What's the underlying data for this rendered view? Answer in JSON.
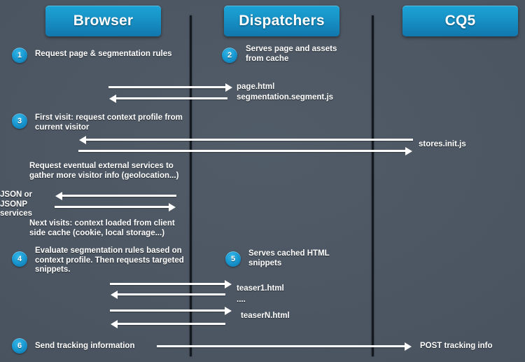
{
  "diagram": {
    "title": "Browser / Dispatchers / CQ5 segmentation sequence diagram",
    "background_color": "#4d5763",
    "accent_color": "#1894c8",
    "arrow_color": "#ffffff",
    "lifeline_color": "#14191f"
  },
  "actors": [
    {
      "id": "browser",
      "label": "Browser"
    },
    {
      "id": "dispatchers",
      "label": "Dispatchers"
    },
    {
      "id": "cq5",
      "label": "CQ5"
    }
  ],
  "steps": [
    {
      "num": "1",
      "text": "Request page & segmentation rules"
    },
    {
      "num": "2",
      "text": "Serves page and assets\nfrom cache"
    },
    {
      "num": "3",
      "text": "First visit: request context profile from\ncurrent visitor"
    },
    {
      "num": "4",
      "text": "Evaluate segmentation rules based on\ncontext profile. Then requests targeted\nsnippets."
    },
    {
      "num": "5",
      "text": "Serves cached HTML\nsnippets"
    },
    {
      "num": "6",
      "text": "Send tracking information"
    }
  ],
  "notes": [
    {
      "id": "external-services",
      "text": "Request eventual external services to\ngather more visitor info (geolocation...)"
    },
    {
      "id": "json-services",
      "text": "JSON or JSONP\nservices"
    },
    {
      "id": "next-visits",
      "text": "Next visits: context loaded from client\nside cache (cookie, local storage...)"
    }
  ],
  "messages": [
    {
      "id": "page-html",
      "text": "page.html"
    },
    {
      "id": "segmentation-segment-js",
      "text": "segmentation.segment.js"
    },
    {
      "id": "stores-init-js",
      "text": "stores.init.js"
    },
    {
      "id": "teaser1-html",
      "text": "teaser1.html"
    },
    {
      "id": "teaser-ellipsis",
      "text": "...."
    },
    {
      "id": "teaserN-html",
      "text": "teaserN.html"
    },
    {
      "id": "post-tracking-info",
      "text": "POST tracking info"
    }
  ]
}
